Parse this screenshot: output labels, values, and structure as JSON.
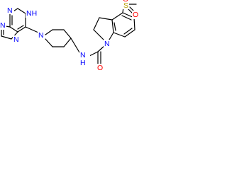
{
  "molecule": {
    "atoms": {
      "N": {
        "text": "N",
        "color": "#0000ff"
      },
      "NH": {
        "text": "NH",
        "color": "#0000ff"
      },
      "H": {
        "text": "H",
        "color": "#0000ff"
      },
      "O": {
        "text": "O",
        "color": "#ff0000"
      },
      "S": {
        "text": "S",
        "color": "#b8a000"
      }
    }
  }
}
